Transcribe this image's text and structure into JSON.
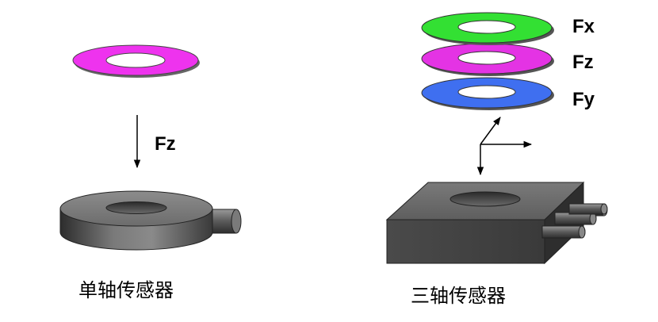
{
  "left": {
    "force_label": "Fz",
    "caption": "单轴传感器",
    "ring_color": "#ee33ee"
  },
  "right": {
    "rings": [
      {
        "label": "Fx",
        "color": "#33e033"
      },
      {
        "label": "Fz",
        "color": "#e433e4"
      },
      {
        "label": "Fy",
        "color": "#3f6ff0"
      }
    ],
    "caption": "三轴传感器"
  },
  "colors": {
    "sensor_dark": "#3a3a3a",
    "sensor_mid": "#6a6a6a",
    "sensor_light": "#a5a5a5"
  }
}
